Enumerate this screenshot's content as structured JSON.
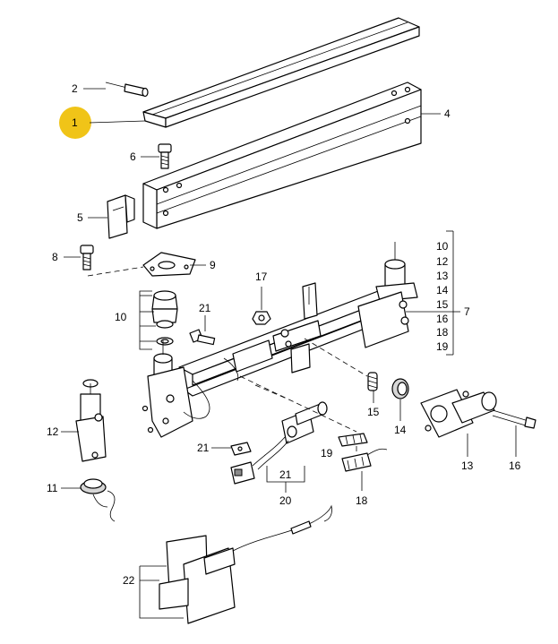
{
  "diagram": {
    "highlight_color": "#f0c418",
    "labels": {
      "p1": "1",
      "p2": "2",
      "p4": "4",
      "p5": "5",
      "p6": "6",
      "p7": "7",
      "p8": "8",
      "p9": "9",
      "p10a": "10",
      "p10b": "10",
      "p11": "11",
      "p12a": "12",
      "p12b": "12",
      "p13a": "13",
      "p13b": "13",
      "p14a": "14",
      "p14b": "14",
      "p15a": "15",
      "p15b": "15",
      "p16a": "16",
      "p16b": "16",
      "p17": "17",
      "p18a": "18",
      "p18b": "18",
      "p19a": "19",
      "p19b": "19",
      "p20": "20",
      "p21a": "21",
      "p21b": "21",
      "p21c": "21",
      "p22": "22"
    }
  }
}
